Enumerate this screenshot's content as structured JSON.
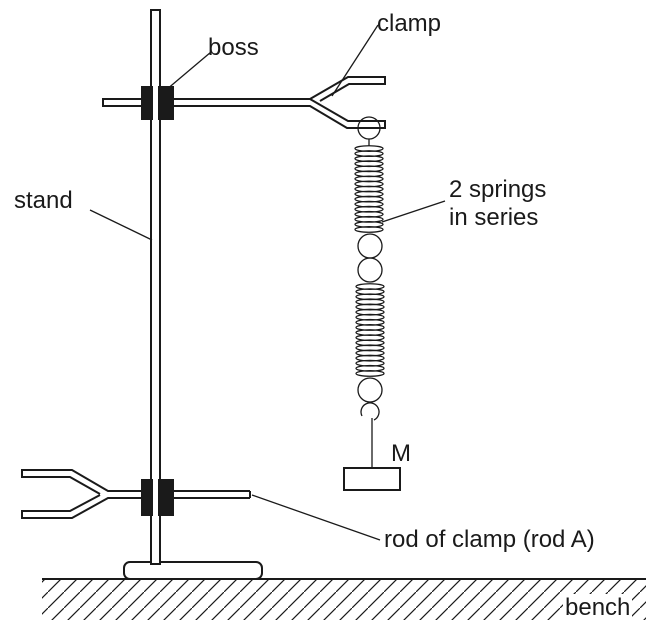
{
  "labels": {
    "boss": "boss",
    "clamp": "clamp",
    "stand": "stand",
    "springs_line1": "2 springs",
    "springs_line2": "in series",
    "mass": "M",
    "rod_a": "rod of clamp (rod A)",
    "bench": "bench"
  },
  "colors": {
    "line": "#1a1a1a",
    "boss_fill": "#1a1a1a",
    "background": "#ffffff"
  }
}
